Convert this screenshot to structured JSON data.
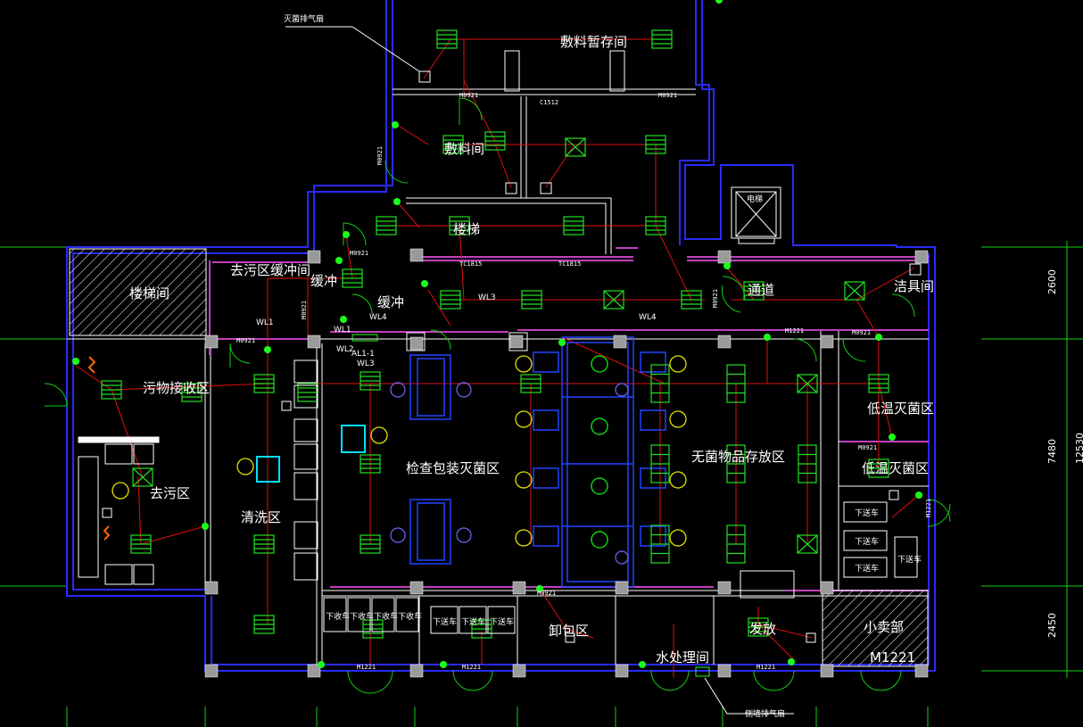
{
  "colors": {
    "background": "#000000",
    "wall": "#2a2aff",
    "partition": "#c040c0",
    "duct": "#e01010",
    "device": "#11d011",
    "label": "#ffffff",
    "dimension": "#11d011"
  },
  "rooms": {
    "dressing_temp": "敷料暂存间",
    "dressing": "敷料间",
    "stair": "楼梯",
    "stair_left": "楼梯间",
    "decon_buffer": "去污区缓冲间",
    "buffer1": "缓冲",
    "buffer2": "缓冲",
    "dirty_receive": "污物接收区",
    "decon": "去污区",
    "cleaning": "清洗区",
    "inspect_pack": "检查包装灭菌区",
    "sterile_store": "无菌物品存放区",
    "corridor": "通道",
    "cleaning_tool": "洁具间",
    "low_temp_1": "低温灭菌区",
    "low_temp_2": "低温灭菌区",
    "unload": "卸包区",
    "distribute": "发放",
    "small_shop": "小卖部",
    "water_treat": "水处理间"
  },
  "callouts": {
    "exhaust_top": "灭菌排气扇",
    "exhaust_bottom": "侧墙排气扇"
  },
  "tags": {
    "m0921_a": "M0921",
    "m0921_b": "M0921",
    "m0921_c": "M0921",
    "m0921_d": "M0921",
    "m0921_e": "M0921",
    "m0921_f": "M0921",
    "m0921_g": "M0921",
    "m0921_h": "M0921",
    "m0921_i": "M0921",
    "m0921_j": "M0921",
    "m1221_a": "M1221",
    "m1221_b": "M1221",
    "m1221_c": "M1221",
    "m1221_d": "M1221",
    "m1221_e": "M1221",
    "m1221_f": "M1221",
    "c1512": "C1512",
    "tc1815_a": "TC1815",
    "tc1815_b": "TC1815",
    "wl1": "WL1",
    "wl1b": "WL1",
    "wl2": "WL2",
    "wl3": "WL3",
    "wl3b": "WL3",
    "wl4": "WL4",
    "wl4b": "WL4",
    "al1": "AL1-1",
    "elevator": "电梯"
  },
  "carts": {
    "collect": [
      "下收车",
      "下收车",
      "下收车",
      "下收车"
    ],
    "deliver_bottom": [
      "下送车",
      "下送车",
      "下送车"
    ],
    "deliver_right": [
      "下送车",
      "下送车",
      "下送车",
      "下送车"
    ]
  },
  "dimensions": {
    "d2600": "2600",
    "d7480": "7480",
    "d2450": "2450",
    "d12530": "12530"
  }
}
